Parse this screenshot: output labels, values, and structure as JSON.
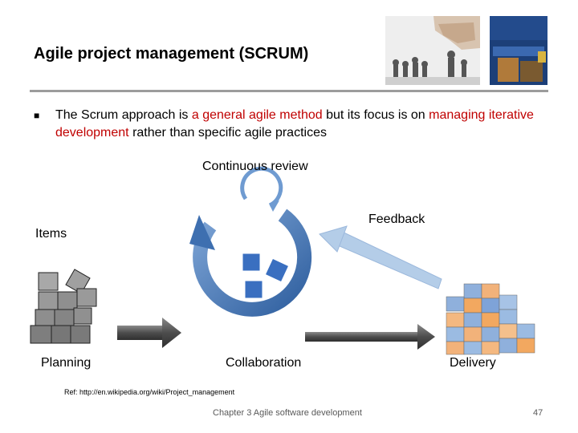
{
  "slide": {
    "title": "Agile project management (SCRUM)",
    "bullet": {
      "part1": "The Scrum approach is ",
      "highlight1": "a general agile method",
      "part2": " but its focus is on ",
      "highlight2": "managing iterative development",
      "part3": " rather than specific agile practices"
    },
    "diagram": {
      "continuous_review": "Continuous review",
      "feedback": "Feedback",
      "items": "Items",
      "planning": "Planning",
      "collaboration": "Collaboration",
      "delivery": "Delivery"
    },
    "reference": "Ref: http://en.wikipedia.org/wiki/Project_management",
    "footer": "Chapter 3 Agile software development",
    "page_number": "47"
  },
  "colors": {
    "accent_red": "#c00000",
    "cycle_blue": "#4a7ebf",
    "arrow_gray": "#555555",
    "feedback_arrow": "#a9c4e4"
  },
  "icons": [
    "chess-photo",
    "book-cover"
  ]
}
